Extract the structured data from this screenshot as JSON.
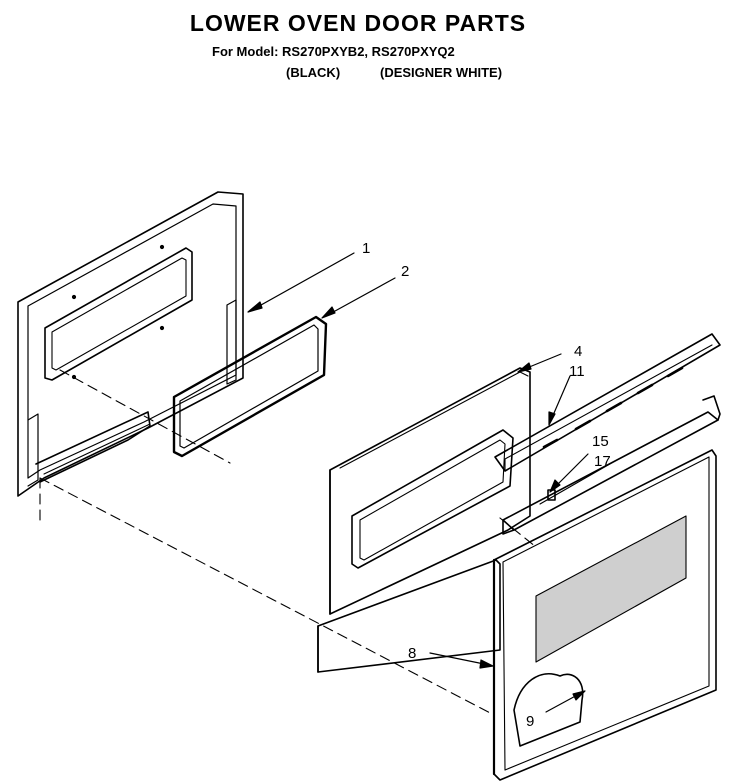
{
  "header": {
    "title": "LOWER OVEN DOOR PARTS",
    "model_line": "For Model: RS270PXYB2, RS270PXYQ2",
    "color_black": "(BLACK)",
    "color_white": "(DESIGNER WHITE)"
  },
  "callouts": {
    "p1": "1",
    "p2": "2",
    "p4": "4",
    "p11": "11",
    "p15": "15",
    "p17": "17",
    "p8": "8",
    "p9": "9"
  }
}
